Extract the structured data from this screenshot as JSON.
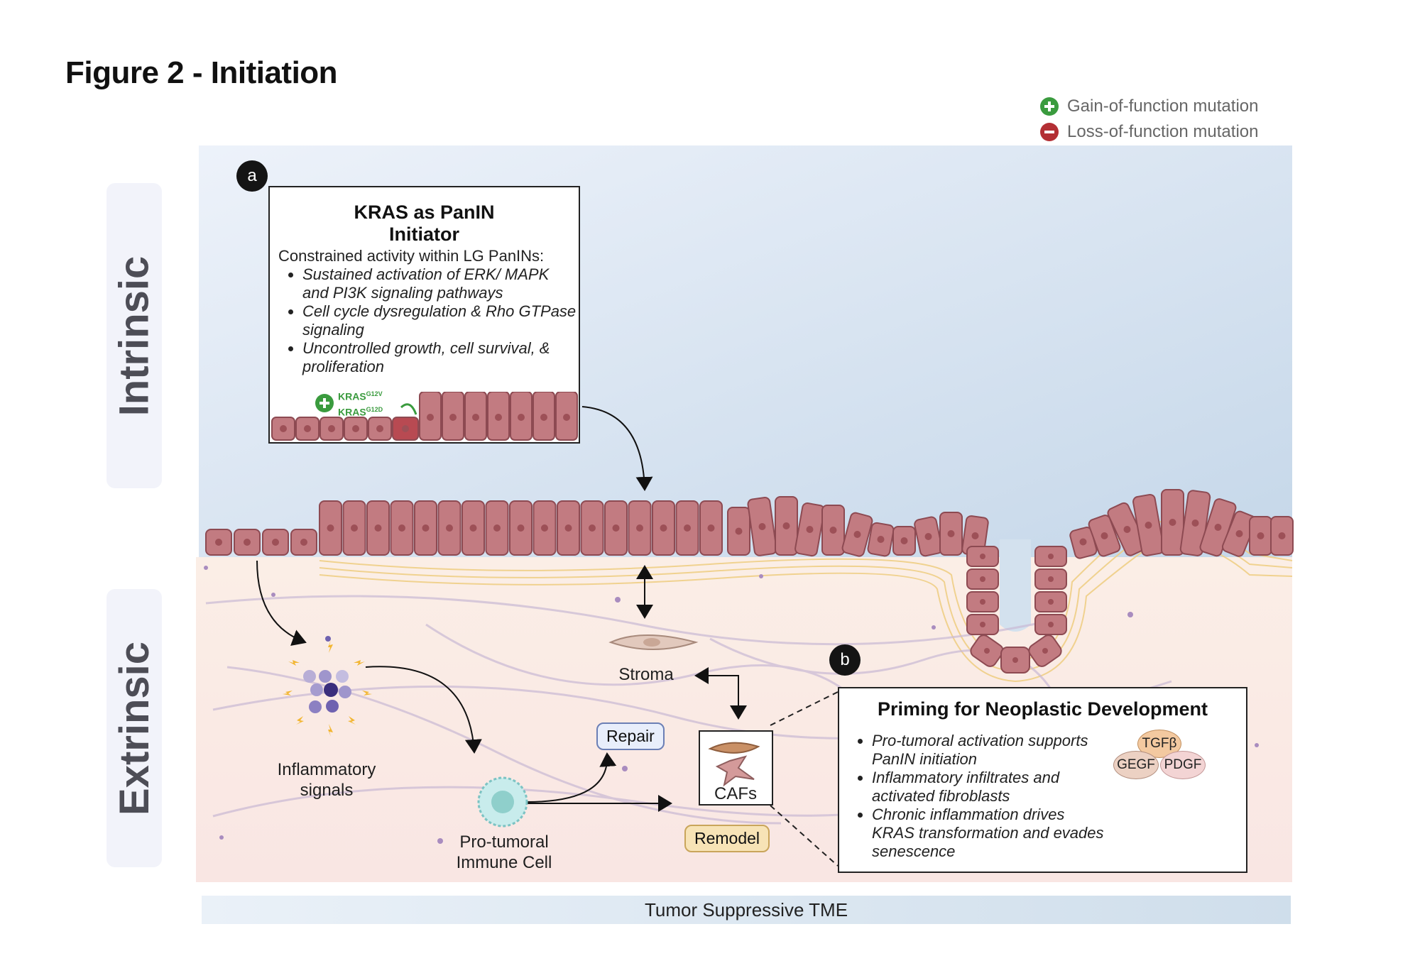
{
  "title": "Figure 2 - Initiation",
  "legend": {
    "gain": "Gain-of-function mutation",
    "loss": "Loss-of-function mutation",
    "gain_color": "#3a9b3e",
    "loss_color": "#b32f34"
  },
  "side_labels": {
    "intrinsic": "Intrinsic",
    "extrinsic": "Extrinsic"
  },
  "panel_a": {
    "badge": "a",
    "title_line1": "KRAS as PanIN",
    "title_line2": "Initiator",
    "intro": "Constrained activity within LG PanINs:",
    "bullets": [
      "Sustained activation of ERK/ MAPK and PI3K signaling pathways",
      "Cell cycle dysregulation & Rho GTPase signaling",
      "Uncontrolled growth, cell survival, & proliferation"
    ],
    "mutation_label_1": "KRAS",
    "mutation_sup_1": "G12V",
    "mutation_label_2": "KRAS",
    "mutation_sup_2": "G12D"
  },
  "panel_b": {
    "badge": "b",
    "title": "Priming for Neoplastic Development",
    "bullets": [
      "Pro-tumoral activation supports PanIN initiation",
      "Inflammatory infiltrates and activated fibroblasts",
      "Chronic inflammation drives KRAS transformation and evades senescence"
    ],
    "factors": [
      "TGFβ",
      "GEGF",
      "PDGF"
    ]
  },
  "labels": {
    "stroma": "Stroma",
    "inflammatory": "Inflammatory signals",
    "immune": "Pro-tumoral Immune Cell",
    "cafs": "CAFs",
    "repair": "Repair",
    "remodel": "Remodel"
  },
  "footer": "Tumor Suppressive TME",
  "colors": {
    "cell_fill": "#c27b81",
    "cell_stroke": "#8d4a52",
    "nucleus": "#9d5057",
    "lumen_top": "#eaf0f9",
    "lumen_bottom": "#c8d9ea",
    "stroma_bg": "#fcece7",
    "basement": "#f0d089"
  }
}
